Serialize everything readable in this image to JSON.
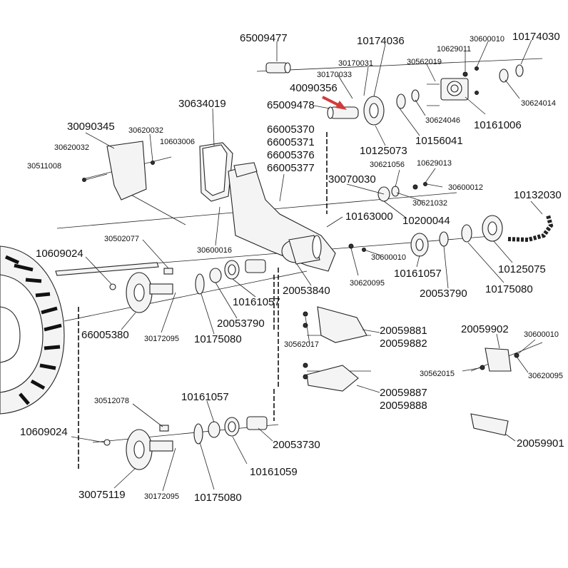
{
  "diagram": {
    "labels": [
      "65009477",
      "10174036",
      "30600010",
      "10174030",
      "10629011",
      "30170031",
      "30562019",
      "30170033",
      "40090356",
      "65009478",
      "30624046",
      "10161006",
      "30624014",
      "10156041",
      "30634019",
      "66005370",
      "66005371",
      "66005376",
      "66005377",
      "30090345",
      "30620032",
      "30620032",
      "10603006",
      "30511008",
      "10125073",
      "30621056",
      "10629013",
      "30070030",
      "30600012",
      "10132030",
      "30621032",
      "10200044",
      "10163000",
      "30502077",
      "10609024",
      "30600016",
      "30600010",
      "10161057",
      "10125075",
      "30620095",
      "20053790",
      "10175080",
      "20053840",
      "10161057",
      "20053790",
      "66005380",
      "30172095",
      "10175080",
      "20059881",
      "20059882",
      "20059902",
      "30600010",
      "30562017",
      "30562015",
      "30620095",
      "20059887",
      "20059888",
      "30512078",
      "10161057",
      "10609024",
      "20053730",
      "20059901",
      "10161059",
      "30075119",
      "30172095",
      "10175080"
    ]
  }
}
